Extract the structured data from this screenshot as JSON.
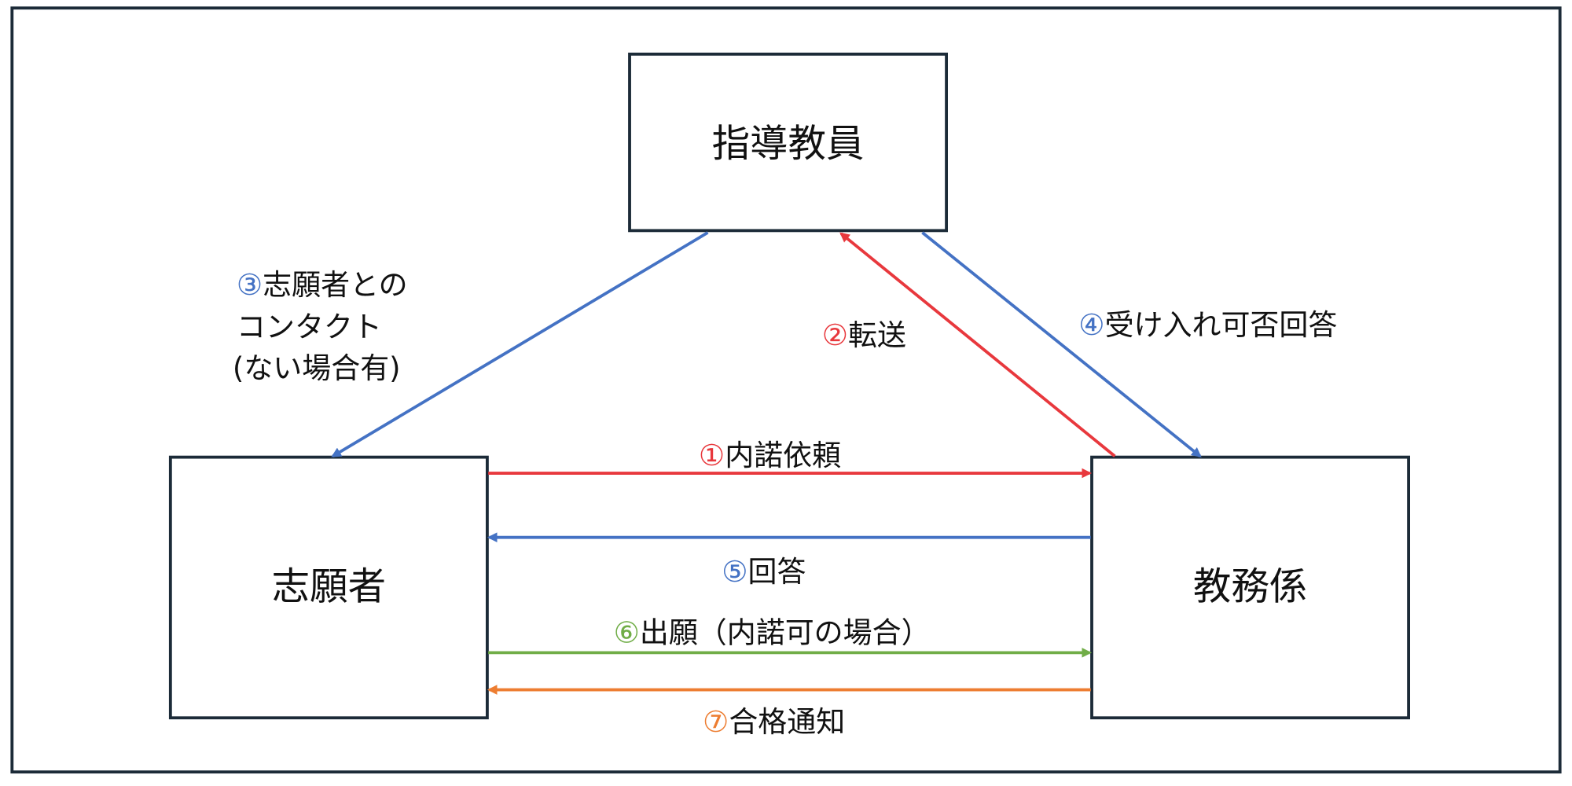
{
  "colors": {
    "red": "#e8383d",
    "blue": "#4472c4",
    "green": "#70ad47",
    "orange": "#ed7d31",
    "border": "#1c2b38"
  },
  "nodes": {
    "advisor": "指導教員",
    "applicant": "志願者",
    "office": "教務係"
  },
  "edges": {
    "e1": {
      "num": "①",
      "text": "内諾依頼"
    },
    "e2": {
      "num": "②",
      "text": "転送"
    },
    "e3": {
      "num": "③",
      "line1": "志願者との",
      "line2": "コンタクト",
      "line3": "(ない場合有)"
    },
    "e4": {
      "num": "④",
      "text": "受け入れ可否回答"
    },
    "e5": {
      "num": "⑤",
      "text": "回答"
    },
    "e6": {
      "num": "⑥",
      "text": "出願（内諾可の場合）"
    },
    "e7": {
      "num": "⑦",
      "text": "合格通知"
    }
  }
}
